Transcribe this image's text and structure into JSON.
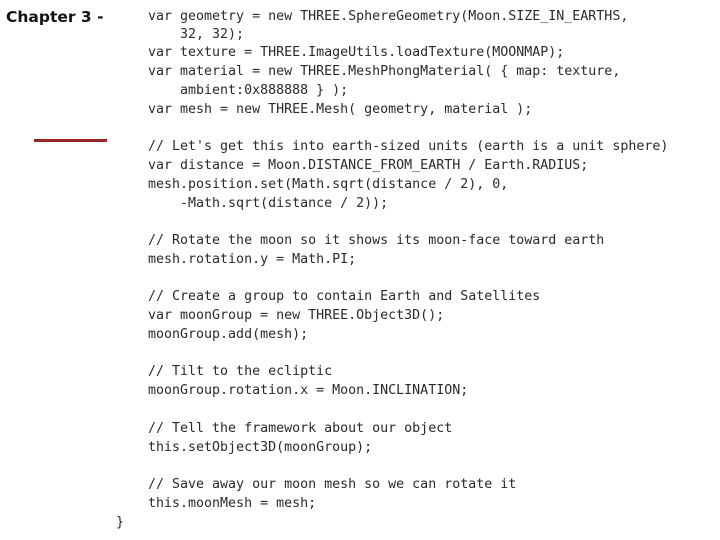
{
  "slide": {
    "title": "Chapter 3 - 6"
  },
  "code": {
    "lines": [
      "var geometry = new THREE.SphereGeometry(Moon.SIZE_IN_EARTHS,",
      "    32, 32);",
      "var texture = THREE.ImageUtils.loadTexture(MOONMAP);",
      "var material = new THREE.MeshPhongMaterial( { map: texture,",
      "    ambient:0x888888 } );",
      "var mesh = new THREE.Mesh( geometry, material );",
      "",
      "// Let's get this into earth-sized units (earth is a unit sphere)",
      "var distance = Moon.DISTANCE_FROM_EARTH / Earth.RADIUS;",
      "mesh.position.set(Math.sqrt(distance / 2), 0,",
      "    -Math.sqrt(distance / 2));",
      "",
      "// Rotate the moon so it shows its moon-face toward earth",
      "mesh.rotation.y = Math.PI;",
      "",
      "// Create a group to contain Earth and Satellites",
      "var moonGroup = new THREE.Object3D();",
      "moonGroup.add(mesh);",
      "",
      "// Tilt to the ecliptic",
      "moonGroup.rotation.x = Moon.INCLINATION;",
      "",
      "// Tell the framework about our object",
      "this.setObject3D(moonGroup);",
      "",
      "// Save away our moon mesh so we can rotate it",
      "this.moonMesh = mesh;"
    ],
    "closing_brace": "}"
  }
}
